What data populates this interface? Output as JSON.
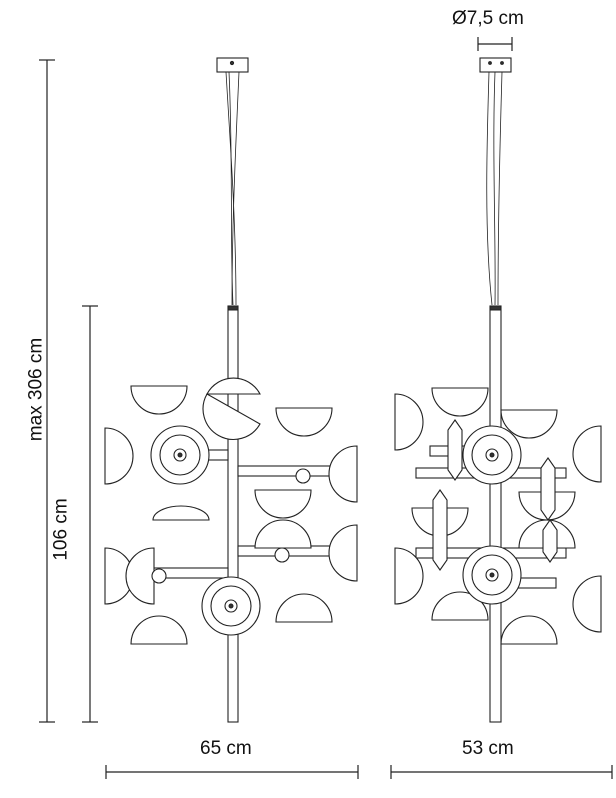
{
  "dimensions": {
    "diameter": "Ø7,5 cm",
    "max_height": "max 306 cm",
    "body_height": "106 cm",
    "width_front": "65 cm",
    "width_side": "53 cm"
  },
  "colors": {
    "line": "#222222",
    "background": "#ffffff"
  }
}
